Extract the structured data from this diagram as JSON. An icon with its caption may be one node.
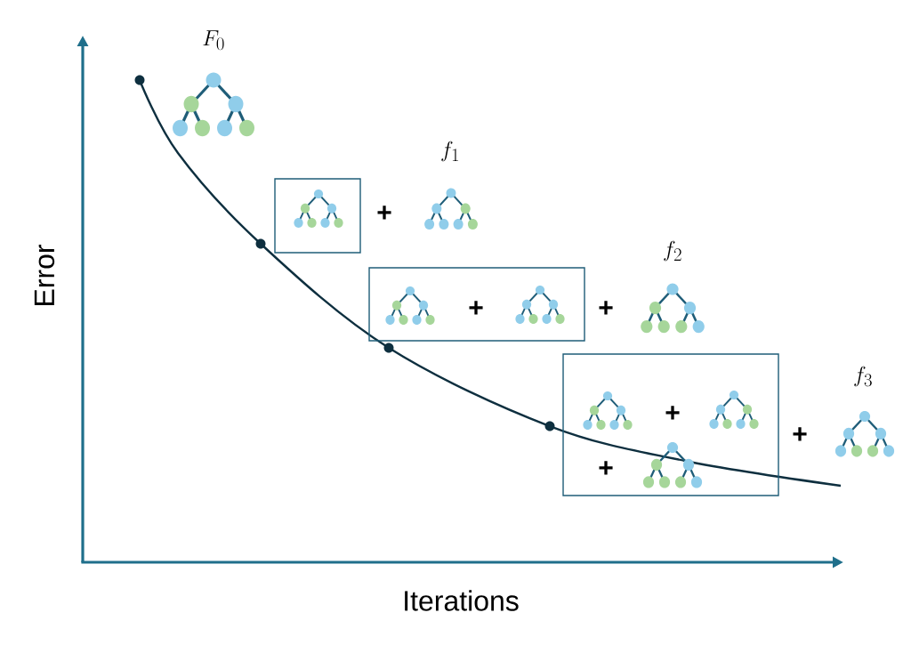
{
  "diagram": {
    "labels": [
      "F_0",
      "f_1",
      "+",
      "f_2",
      "+",
      "+",
      "f_3",
      "+",
      "+",
      "+",
      "Error",
      "Iterations"
    ]
  }
}
